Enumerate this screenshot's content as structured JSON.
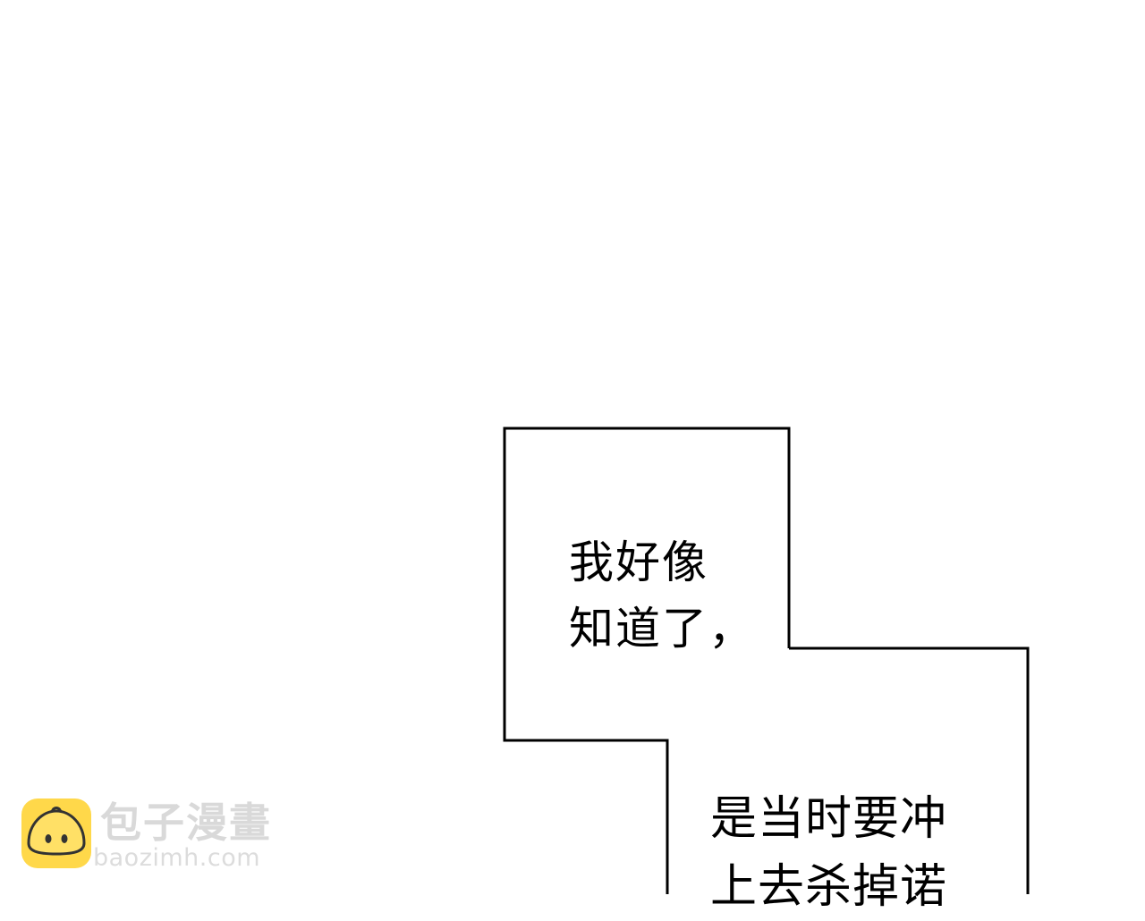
{
  "speech_bubbles": [
    {
      "lines": [
        "我好像",
        "知道了，"
      ]
    },
    {
      "lines": [
        "是当时要冲",
        "上去杀掉诺"
      ]
    }
  ],
  "watermark": {
    "logo_icon": "bun-mascot-icon",
    "title": "包子漫畫",
    "url": "baozimh.com",
    "logo_color": "#ffd84a",
    "text_color": "#d9d9d9"
  }
}
